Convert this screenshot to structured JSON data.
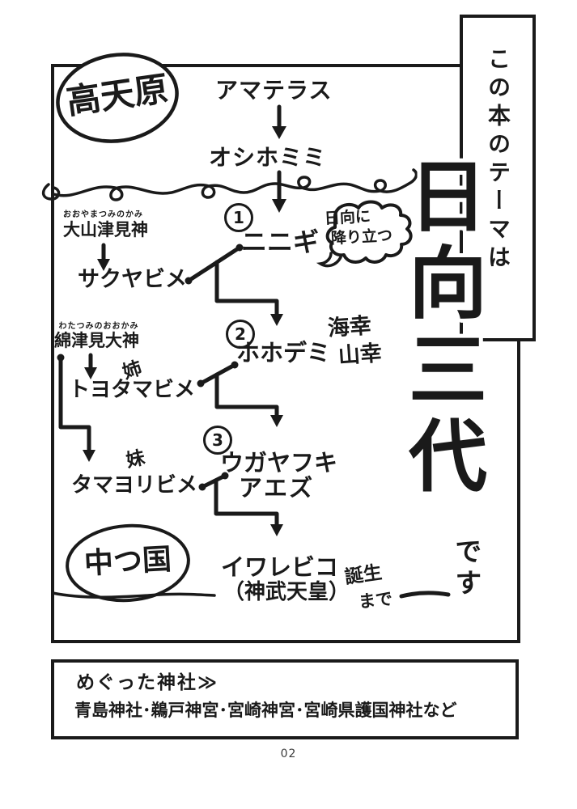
{
  "page": {
    "number": "02"
  },
  "theme_box": {
    "vertical_text": "この本のテーマは"
  },
  "main_title": {
    "text": "日向三代",
    "suffix": "です"
  },
  "regions": {
    "heaven": "高天原",
    "middle_land": "中つ国"
  },
  "tree": {
    "amaterasu": "アマテラス",
    "oshihomimi": "オシホミミ",
    "gen1": {
      "num": "1",
      "name": "ニニギ",
      "bubble_line1": "日向に",
      "bubble_line2": "降り立つ",
      "wife": "サクヤビメ",
      "wife_father": "大山津見神",
      "wife_father_furigana": "おおやまつみのかみ"
    },
    "gen2": {
      "num": "2",
      "name": "ホホデミ",
      "note_line1": "海幸",
      "note_line2": "山幸",
      "wife": "トヨタマビメ",
      "wife_label": "姉",
      "wife_father": "綿津見大神",
      "wife_father_furigana": "わたつみのおおかみ"
    },
    "gen3": {
      "num": "3",
      "name_line1": "ウガヤフキ",
      "name_line2": "アエズ",
      "wife": "タマヨリビメ",
      "wife_label": "妹"
    },
    "final": {
      "name": "イワレビコ",
      "alias": "（神武天皇）",
      "note_line1": "誕生",
      "note_line2": "まで"
    }
  },
  "footer": {
    "heading": "めぐった神社≫",
    "shrines": "青島神社･鵜戸神宮･宮崎神宮･宮崎県護国神社など"
  },
  "colors": {
    "ink": "#1a1a1a",
    "paper": "#ffffff"
  }
}
